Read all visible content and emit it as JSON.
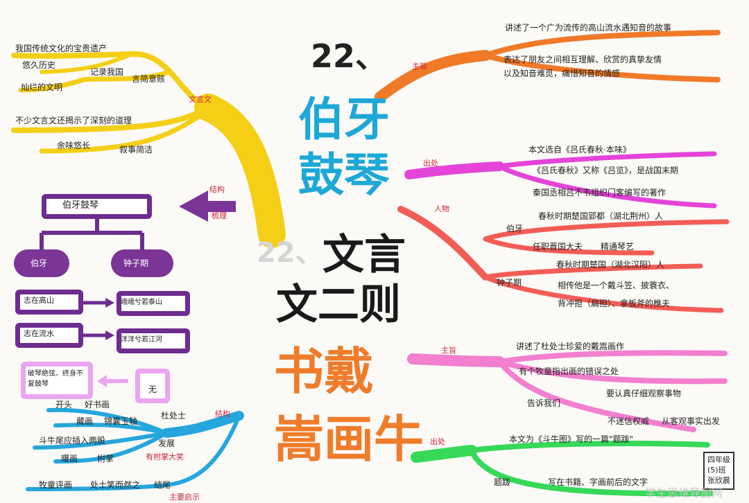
{
  "center": {
    "number_top": "22、",
    "title1_line1": "伯牙",
    "title1_line2": "鼓琴",
    "number_mid": "22、",
    "main_line1": "文言",
    "main_line2": "文二则",
    "title2_line1": "书戴",
    "title2_line2": "嵩画牛"
  },
  "top_left": {
    "branch_label": "文言文",
    "items": [
      "我国传统文化的宝贵遗产",
      "悠久历史",
      "记录我国",
      "言简意赅",
      "灿烂的文明",
      "不少文言文还揭示了深刻的道理",
      "余味悠长",
      "叙事简洁"
    ]
  },
  "structure": {
    "arrow_label_1": "结构",
    "arrow_label_2": "梳理",
    "root": "伯牙鼓琴",
    "node_left": "伯牙",
    "node_right": "钟子期",
    "pair1_left": "志在高山",
    "pair1_right": "峨峨兮若泰山",
    "pair2_left": "志在流水",
    "pair2_right": "洋洋兮若江河",
    "result_left": "破琴绝弦、终身不复鼓琴",
    "result_right": "无"
  },
  "boya_right": {
    "label_main": "主旨",
    "main_1": "讲述了一个广为流传的高山流水遇知音的故事",
    "main_2": "表达了朋友之间相互理解、欣赏的真挚友情",
    "main_3": "以及知音难觅，痛惜知音的情感",
    "label_source": "出处",
    "source_1": "本文选自《吕氏春秋·本味》",
    "source_2": "《吕氏春秋》又称《吕览》，是战国末期",
    "source_3": "秦国丞相吕不韦组织门客编写的著作",
    "label_people": "人物",
    "boya": "伯牙",
    "boya_1": "春秋时期楚国郢都（湖北荆州）人",
    "boya_2": "任职晋国大夫",
    "boya_3": "精通琴艺",
    "zhong": "钟子期",
    "zhong_1": "春秋时期楚国（湖北汉阳）人",
    "zhong_2": "相传他是一个戴斗笠、披蓑衣、",
    "zhong_3": "背冲担（扁担）、拿板斧的樵夫"
  },
  "daisong_right": {
    "label_main": "主旨",
    "main_1": "讲述了杜处士珍爱的戴嵩画作",
    "main_2": "有个牧童指出画的错误之处",
    "main_3": "告诉我们",
    "main_4": "要认真仔细观察事物",
    "main_5": "不迷信权威",
    "main_6": "从客观事实出发",
    "label_source": "出处",
    "source_1": "本文为《斗牛图》写的一篇\"题跋\"",
    "source_2": "题跋",
    "source_3": "写在书籍、字画前后的文字"
  },
  "bottom_left": {
    "branch_label": "结构",
    "items": [
      "开头",
      "好书画",
      "杜处士",
      "藏画",
      "锦囊玉轴",
      "斗牛尾应插入两股",
      "发展",
      "曝画",
      "拊掌",
      "有拊掌大笑",
      "结尾",
      "处士笑而然之",
      "牧童评画",
      "主要启示"
    ]
  },
  "signature": {
    "line1": "四年级",
    "line2": "(5)班",
    "line3": "张欣晨"
  },
  "watermark": "学生思维导图网"
}
